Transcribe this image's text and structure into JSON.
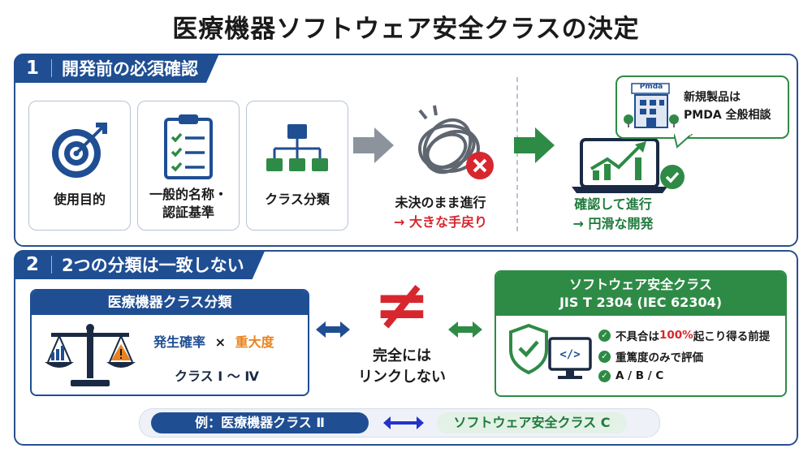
{
  "title": "医療機器ソフトウェア安全クラスの決定",
  "section1": {
    "number": "1",
    "heading": "開発前の必須確認",
    "cards": [
      {
        "label": "使用目的",
        "icon": "target-icon"
      },
      {
        "label": "一般的名称・認証基準",
        "line1": "一般的名称・",
        "line2": "認証基準",
        "icon": "clipboard-checklist-icon"
      },
      {
        "label": "クラス分類",
        "icon": "hierarchy-icon"
      }
    ],
    "bad_path": {
      "line1": "未決のまま進行",
      "line2": "→ 大きな手戻り"
    },
    "good_path": {
      "line1": "確認して進行",
      "line2": "→ 円滑な開発"
    },
    "pmda_logo": "Pmda",
    "bubble": {
      "line1": "新規製品は",
      "line2": "PMDA 全般相談"
    }
  },
  "section2": {
    "number": "2",
    "heading": "2つの分類は一致しない",
    "device_class": {
      "header": "医療機器クラス分類",
      "probability": "発生確率",
      "times": "×",
      "severity": "重大度",
      "range": "クラス Ⅰ ～ Ⅳ"
    },
    "not_equal": "≠",
    "not_linked": {
      "line1": "完全には",
      "line2": "リンクしない"
    },
    "software_class": {
      "header": "ソフトウェア安全クラス",
      "standard": "JIS T 2304 (IEC 62304)",
      "checks": [
        {
          "before": "不具合は",
          "highlight": "100%",
          "after": "起こり得る前提"
        },
        {
          "text": "重篤度のみで評価"
        },
        {
          "text": "A / B / C"
        }
      ]
    },
    "example": {
      "label": "例：医療機器クラス Ⅱ",
      "target": "ソフトウェア安全クラス C"
    }
  },
  "colors": {
    "navy": "#1f4e93",
    "green": "#2e8b46",
    "red": "#d7262e",
    "orange": "#e8821e"
  }
}
